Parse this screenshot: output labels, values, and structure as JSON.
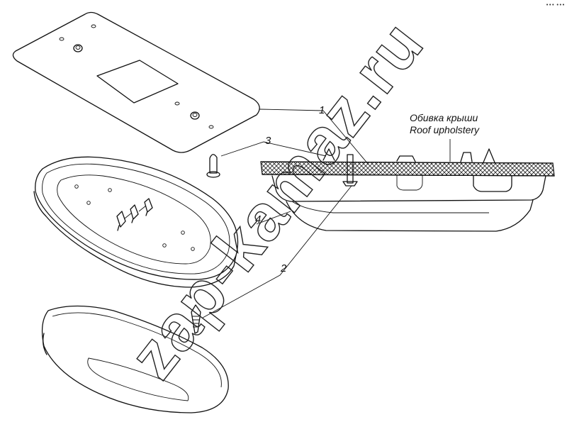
{
  "callouts": {
    "c1": "1",
    "c2": "2",
    "c3": "3",
    "c4": "4"
  },
  "roof_label": {
    "ru": "Обивка крыши",
    "en": "Roof upholstery"
  },
  "watermark": "zap-kamaz.ru",
  "corner_mark": "••• •••"
}
